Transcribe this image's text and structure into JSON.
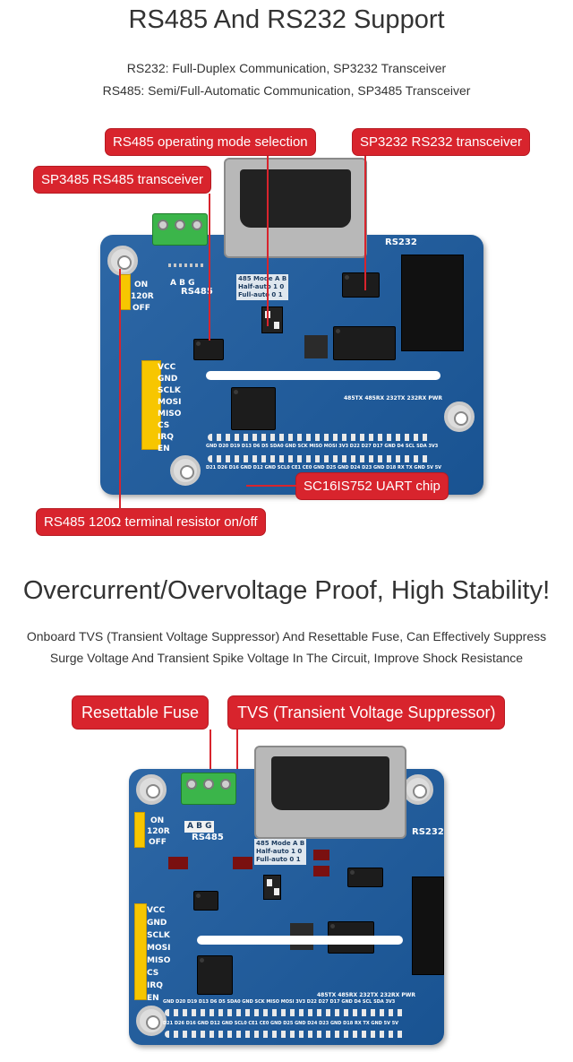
{
  "section1": {
    "title": "RS485 And RS232 Support",
    "line1": "RS232: Full-Duplex Communication, SP3232 Transceiver",
    "line2": "RS485: Semi/Full-Automatic Communication, SP3485 Transceiver",
    "callouts": {
      "mode": "RS485 operating mode selection",
      "sp3232": "SP3232 RS232 transceiver",
      "sp3485": "SP3485 RS485 transceiver",
      "uart": "SC16IS752 UART chip",
      "resistor": "RS485 120Ω terminal resistor on/off"
    },
    "board": {
      "rs232": "RS232",
      "rs485": "RS485",
      "abg": "A  B  G",
      "on": "ON",
      "r120": "120R",
      "off": "OFF",
      "mode_table": "485 Mode A B\nHalf-auto 1 0\nFull-auto 0 1",
      "gpio_labels": [
        "VCC",
        "GND",
        "SCLK",
        "MOSI",
        "MISO",
        "CS",
        "IRQ",
        "EN"
      ],
      "bottom_row1": "GND D20 D19 D13 D6 D5 SDA0 GND SCK MISO MOSI 3V3 D22 D27 D17 GND D4 SCL SDA 3V3",
      "bottom_row2": "D21 D26 D16 GND D12 GND SCL0 CE1 CE0 GND D25 GND D24 D23 GND D18 RX TX GND 5V 5V",
      "status_leds": "485TX 485RX 232TX 232RX PWR"
    }
  },
  "section2": {
    "title": "Overcurrent/Overvoltage Proof, High Stability!",
    "line1": "Onboard TVS (Transient Voltage Suppressor) And Resettable Fuse, Can Effectively Suppress",
    "line2": "Surge Voltage And Transient Spike Voltage In The Circuit, Improve Shock Resistance",
    "callouts": {
      "fuse": "Resettable Fuse",
      "tvs": "TVS (Transient Voltage Suppressor)"
    }
  },
  "colors": {
    "callout_red": "#d8242d",
    "board_blue": "#1b5a9e",
    "connector_green": "#3bb54a",
    "header_yellow": "#f7c600"
  }
}
